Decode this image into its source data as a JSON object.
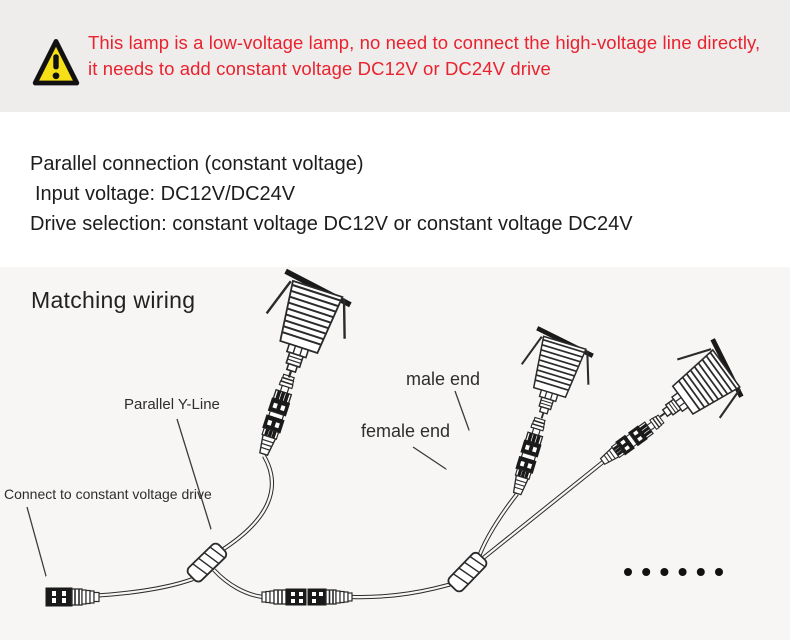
{
  "colors": {
    "banner_bg": "#efedec",
    "warning_red": "#e9222f",
    "triangle_yellow": "#f7df17",
    "section_bg": "#ffffff",
    "diagram_bg": "#f7f6f4",
    "text_dark": "#1d1d1d",
    "line_art": "#2b2b2b"
  },
  "warning_banner": {
    "line1": "This lamp is a low-voltage lamp, no need to connect the high-voltage line directly,",
    "line2": "it needs to add constant voltage DC12V or DC24V drive"
  },
  "specs": {
    "parallel_connection": "Parallel connection (constant voltage)",
    "input_voltage": "Input voltage: DC12V/DC24V",
    "drive_selection": "Drive selection: constant voltage DC12V or constant voltage DC24V"
  },
  "diagram": {
    "title": "Matching wiring",
    "labels": {
      "parallel_y_line": "Parallel Y-Line",
      "male_end": "male end",
      "female_end": "female end",
      "connect_drive": "Connect to constant voltage drive"
    },
    "continuation_dots": 6
  }
}
